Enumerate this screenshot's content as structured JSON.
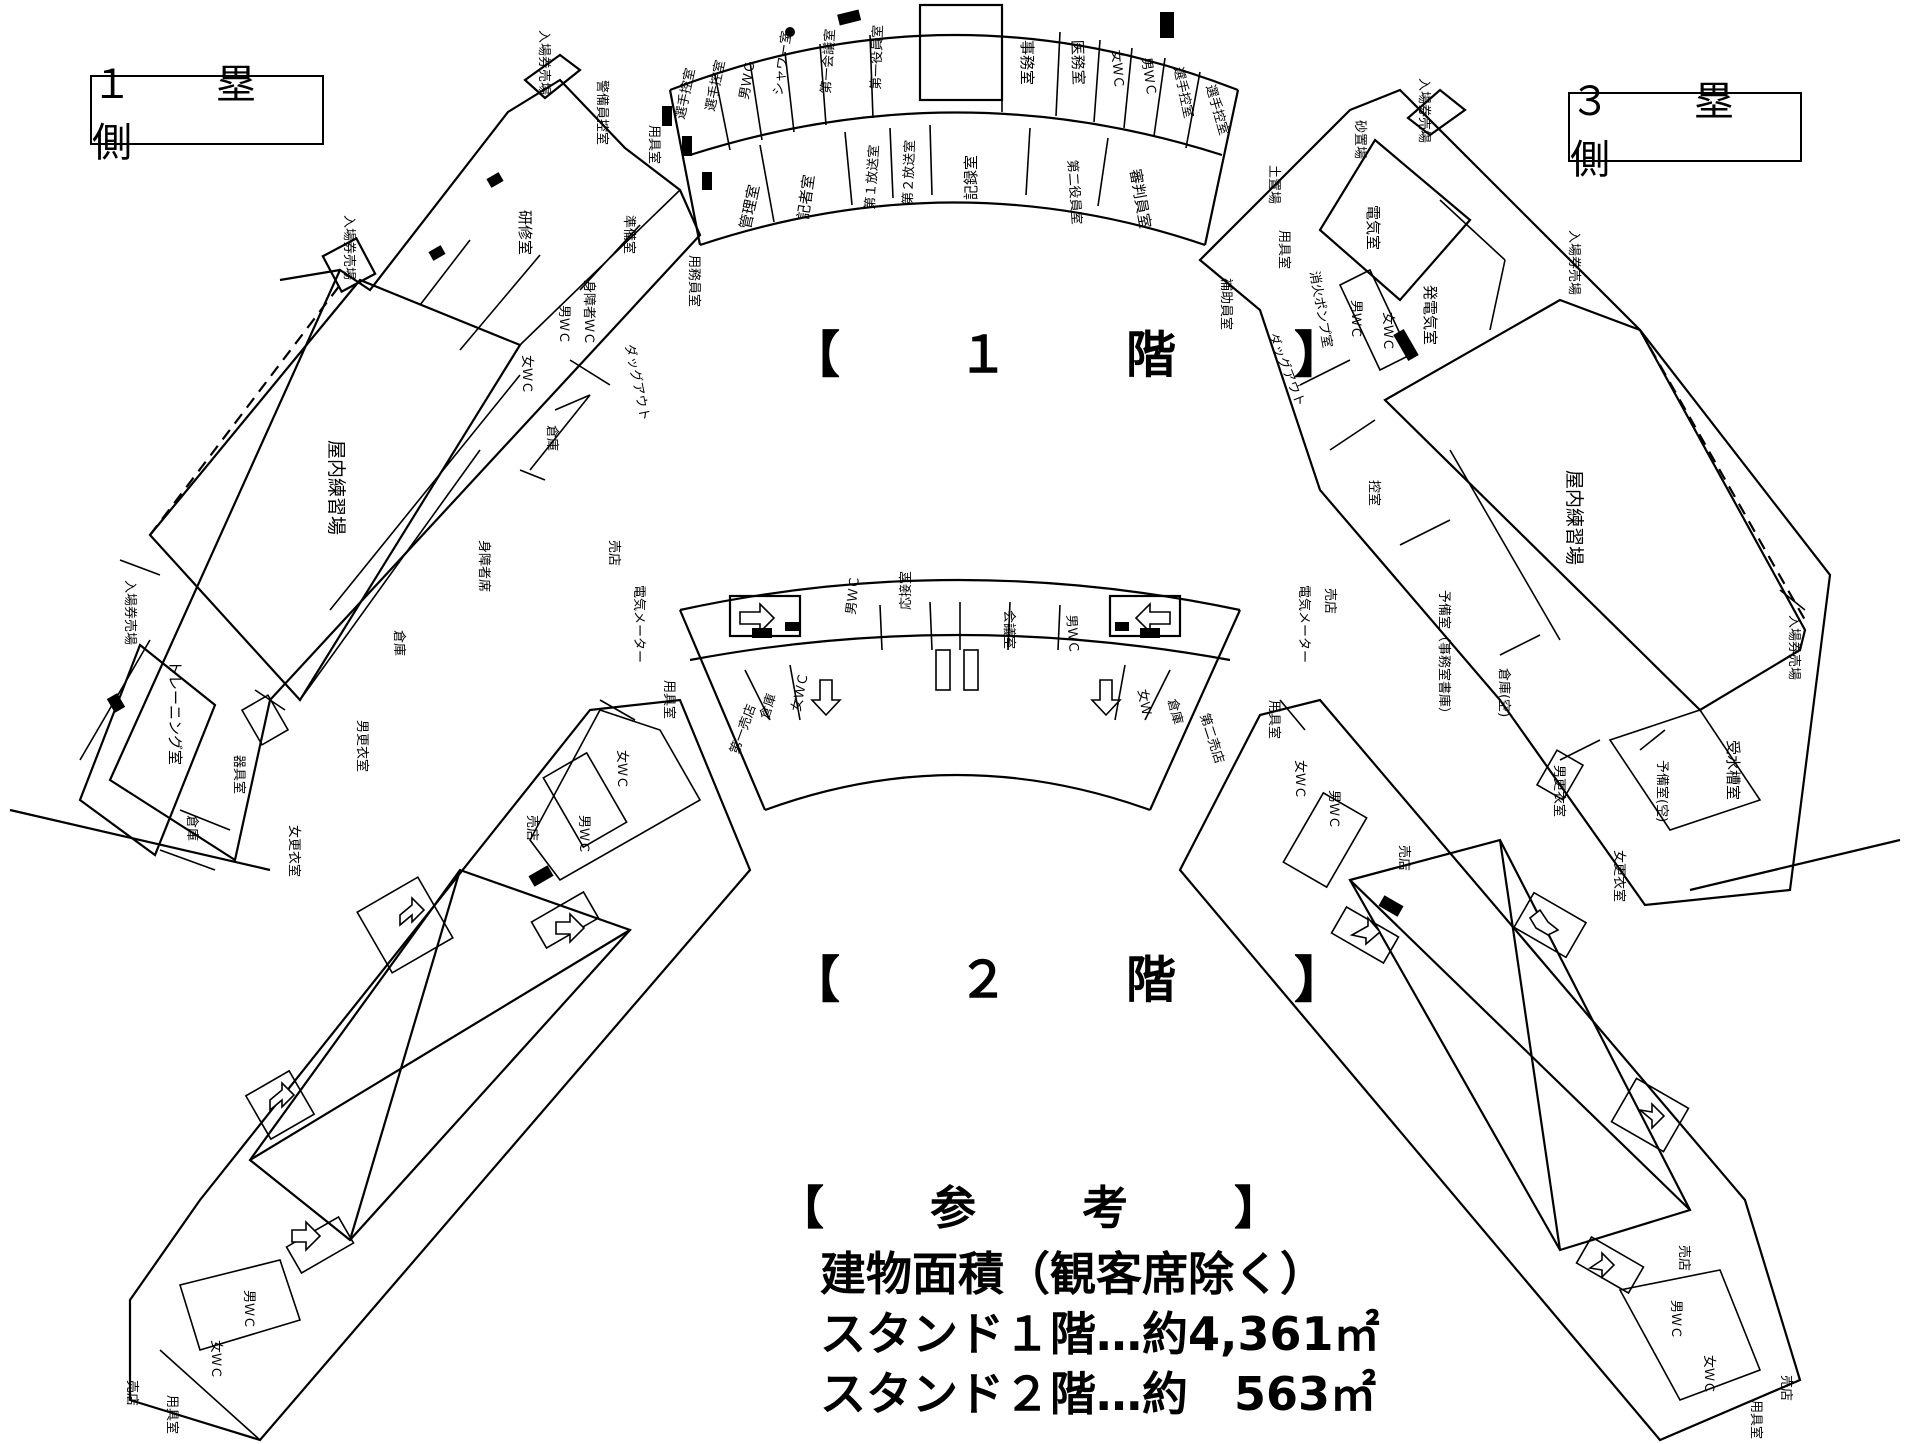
{
  "side_labels": {
    "left": "１　塁　側",
    "right": "３　塁　側"
  },
  "floor_titles": {
    "floor1": "【　１　階　】",
    "floor2": "【　２　階　】"
  },
  "reference": {
    "title": "【　参　考　】",
    "lines": [
      "建物面積（観客席除く）",
      "スタンド１階…約4,361㎡",
      "スタンド２階…約　563㎡"
    ]
  },
  "rooms_floor1_center": [
    "選手控室",
    "選手控室",
    "男ＷＣ",
    "シャワー室",
    "第一会議室",
    "第一役員室",
    "事務室",
    "医務室",
    "女ＷＣ",
    "男ＷＣ",
    "選手控室",
    "選手控室",
    "管理室",
    "記者室",
    "第１放送室",
    "第２放送室",
    "記録室",
    "第二役員室",
    "審判員室"
  ],
  "rooms_floor1_left": [
    "入場券売場",
    "警備員控室",
    "用具室",
    "研修室",
    "準備室",
    "入場券売場",
    "用務員室",
    "身障者ＷＣ",
    "男ＷＣ",
    "女ＷＣ",
    "ダッグアウト",
    "倉庫",
    "屋内練習場",
    "身障者席",
    "入場券売場",
    "倉庫",
    "トレーニング室",
    "器具室",
    "男更衣室",
    "倉庫",
    "女更衣室"
  ],
  "rooms_floor1_right": [
    "入場券売場",
    "砂置場",
    "土置場",
    "電気室",
    "用具室",
    "補助員室",
    "消火ポンプ室",
    "男ＷＣ",
    "女ＷＣ",
    "発電気室",
    "入場券売場",
    "ダッグアウト",
    "控室",
    "屋内練習場",
    "予備室（事務室書庫）",
    "倉庫(空)",
    "入場券売場",
    "受水槽室",
    "予備室(空)",
    "男更衣室",
    "女更衣室"
  ],
  "rooms_floor2_center": [
    "男ＷＣ",
    "応接室",
    "会議室",
    "男ＷＣ",
    "第一売店",
    "倉庫",
    "女ＷＣ",
    "女Ｗ",
    "倉庫",
    "第二売店"
  ],
  "rooms_floor2_left": [
    "売店",
    "電気メーター",
    "用具室",
    "女ＷＣ",
    "売店",
    "男ＷＣ",
    "男ＷＣ",
    "女ＷＣ",
    "売店",
    "用具室"
  ],
  "rooms_floor2_right": [
    "電気メーター",
    "売店",
    "用具室",
    "女ＷＣ",
    "男ＷＣ",
    "売店",
    "売店",
    "男ＷＣ",
    "女ＷＣ",
    "売店",
    "用具室"
  ]
}
